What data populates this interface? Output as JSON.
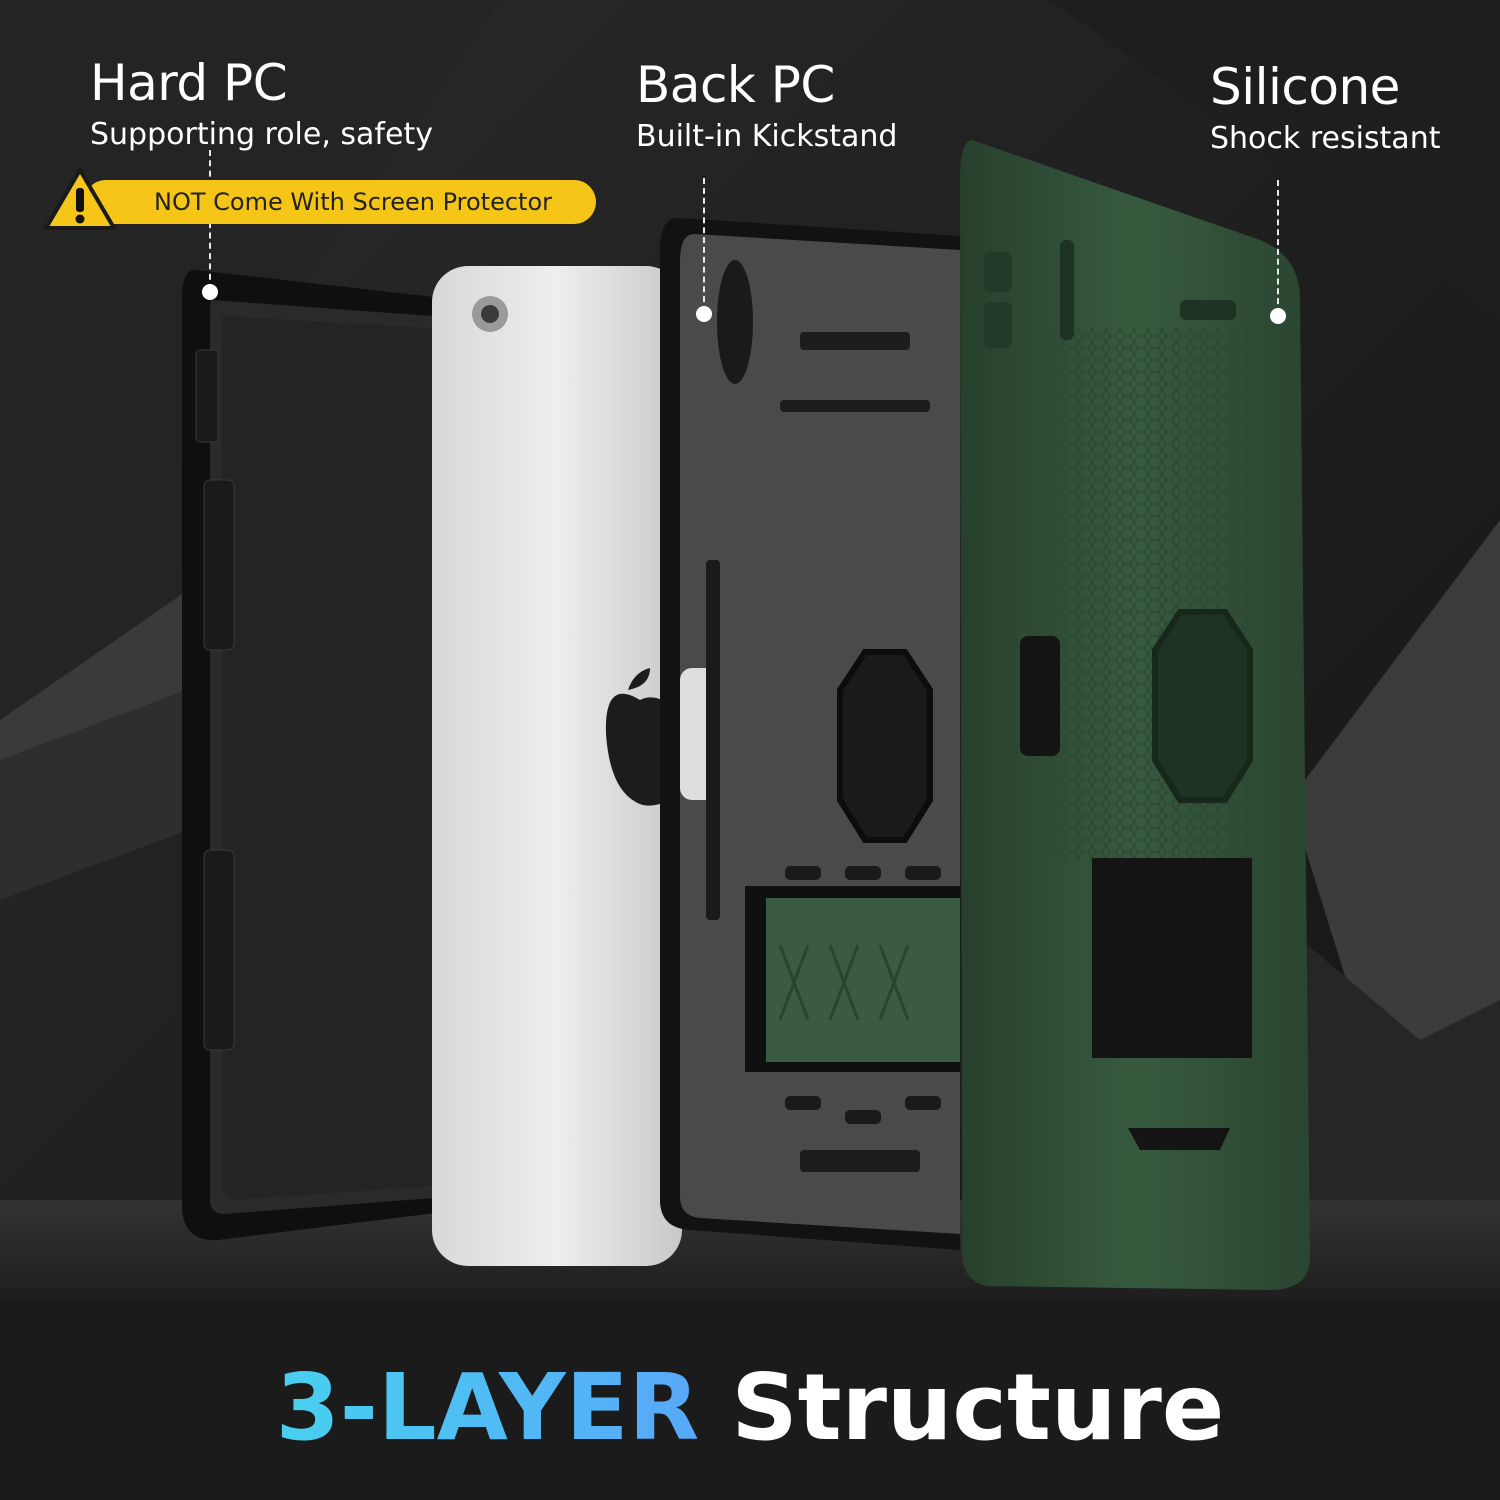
{
  "labels": {
    "hard_pc": {
      "title": "Hard PC",
      "subtitle": "Supporting role, safety"
    },
    "back_pc": {
      "title": "Back PC",
      "subtitle": "Built-in Kickstand"
    },
    "silicone": {
      "title": "Silicone",
      "subtitle": "Shock resistant"
    }
  },
  "warning": {
    "icon": "warning-triangle-icon",
    "text": "NOT Come With Screen Protector"
  },
  "headline": {
    "accent": "3-LAYER",
    "rest": " Structure"
  },
  "colors": {
    "background": "#1c1c1c",
    "warning_yellow": "#f5c518",
    "silicone_green": "#2f4a35",
    "back_pc_gray": "#4a4a4a",
    "accent_blue": "#4cc6f2"
  }
}
